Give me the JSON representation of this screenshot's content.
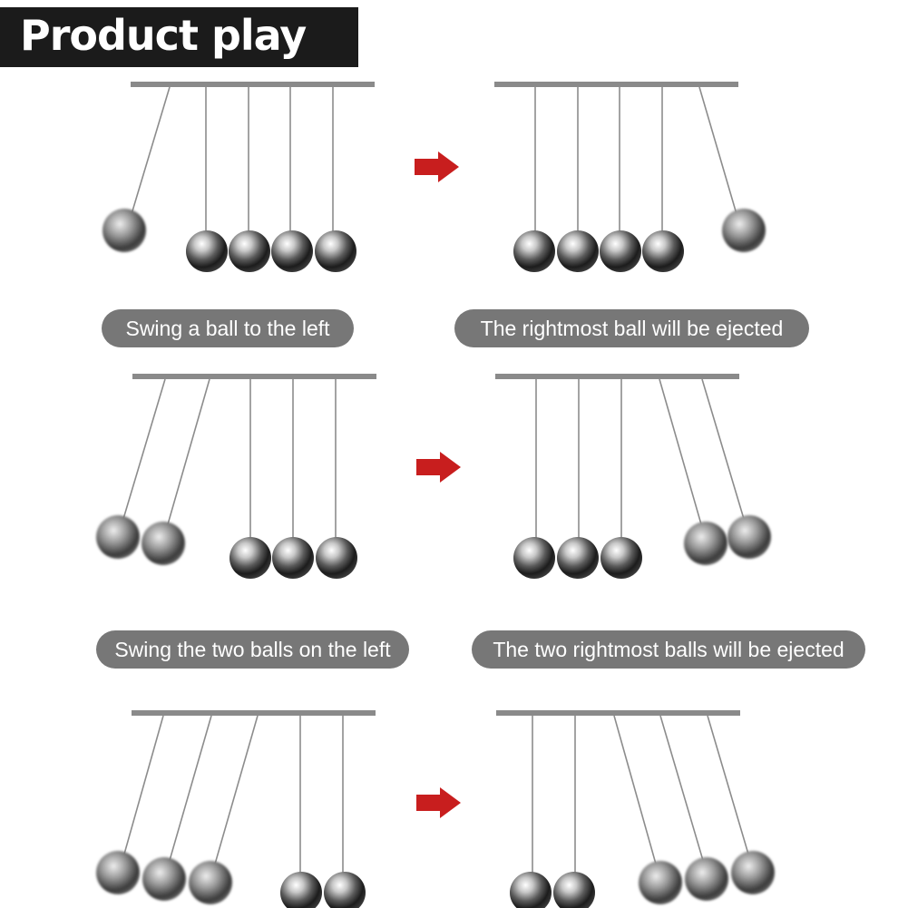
{
  "header": {
    "title": "Product play"
  },
  "captions": [
    "Swing a ball to the left",
    "The rightmost ball will be ejected",
    "Swing the two balls on the left",
    "The two rightmost balls will be ejected"
  ],
  "colors": {
    "header_bg": "#1b1b1b",
    "caption_bg": "#777777",
    "arrow": "#c81e1e",
    "bar": "#8a8a8a"
  },
  "icons": [
    "arrow-right-icon"
  ]
}
